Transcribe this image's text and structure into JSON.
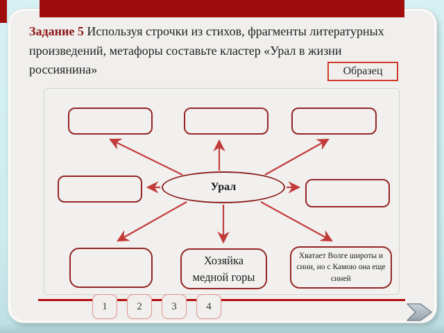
{
  "header": {
    "task_label": "Задание 5",
    "task_text": "Используя строчки из стихов, фрагменты литературных произведений, метафоры составьте кластер «Урал в жизни россиянина»"
  },
  "sample_button": {
    "label": "Образец"
  },
  "diagram": {
    "center_label": "Урал",
    "boxes": [
      {
        "position": "top-left",
        "label": ""
      },
      {
        "position": "top-middle",
        "label": ""
      },
      {
        "position": "top-right",
        "label": ""
      },
      {
        "position": "middle-left",
        "label": ""
      },
      {
        "position": "middle-right",
        "label": ""
      },
      {
        "position": "bottom-left",
        "label": ""
      },
      {
        "position": "bottom-middle",
        "label": "Хозяйка медной горы"
      },
      {
        "position": "bottom-right",
        "label": "Хватает Волге широты и сини, но с Камою она еще синей"
      }
    ]
  },
  "footer": {
    "nav_buttons": [
      "1",
      "2",
      "3",
      "4"
    ],
    "next_icon": "chevron-right-icon"
  },
  "colors": {
    "accent_red_bar": "#a00d0d",
    "box_border_red": "#952424",
    "arrow_red": "#c23b3b",
    "task_label_red": "#8b1616",
    "sample_button_border": "#cf3a28",
    "nav_button_border": "#e4908a",
    "background_cyan": "#cdecee",
    "slide_background": "#f0efed",
    "next_arrow_fill": "#aeb8c2"
  }
}
